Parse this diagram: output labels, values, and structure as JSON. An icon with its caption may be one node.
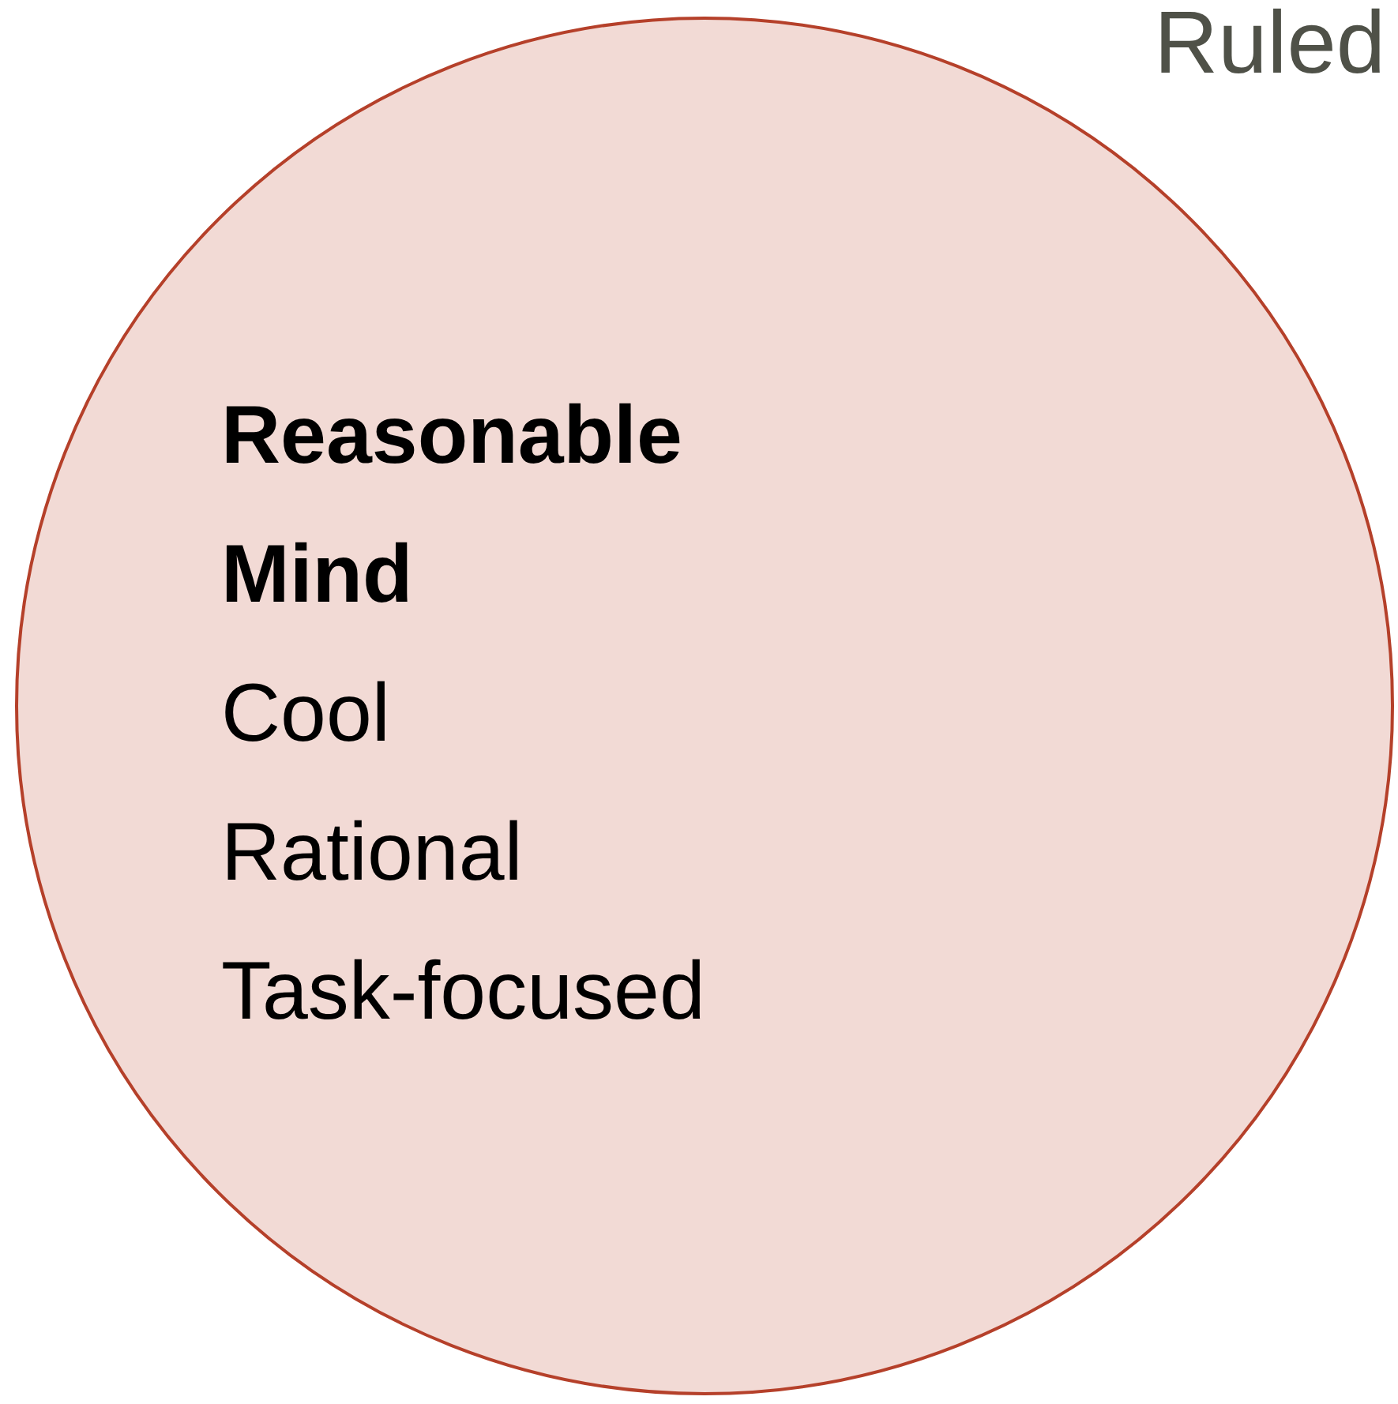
{
  "diagram": {
    "nodes": [
      {
        "text": [
          "Reasonable Mind",
          "Cool",
          "Rational",
          "Task-focused"
        ]
      }
    ],
    "labels": [
      "Ruled"
    ]
  }
}
